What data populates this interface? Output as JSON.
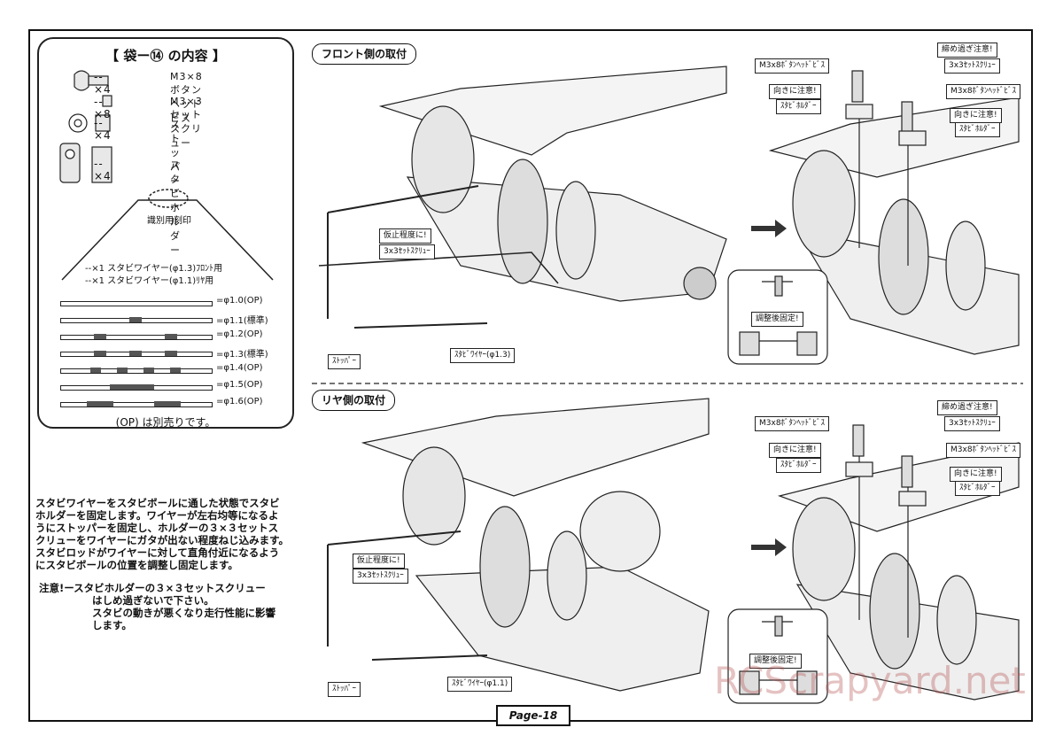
{
  "parts_box": {
    "title": "【 袋ー⑭ の内容 】",
    "items": [
      {
        "qty": "--×4",
        "desc": "M3×8 ボタンヘッドビス",
        "icon": "button-head-screw-icon"
      },
      {
        "qty": "--×8",
        "desc": "M3×3 セットスクリュー",
        "icon": "set-screw-icon"
      },
      {
        "qty": "--×4",
        "desc": "ストッパー",
        "icon": "stopper-icon"
      },
      {
        "qty": "--×4",
        "desc": "スタビホルダー",
        "icon": "stabi-holder-icon"
      }
    ],
    "identify_label": "識別用刻印",
    "wire_front": "--×1 スタビワイヤー(φ1.3)ﾌﾛﾝﾄ用",
    "wire_rear": "--×1 スタビワイヤー(φ1.1)ﾘﾔ用",
    "wire_rows": [
      {
        "label": "=φ1.0(OP)",
        "marks": []
      },
      {
        "label": "=φ1.1(標準)",
        "marks": [
          "center"
        ]
      },
      {
        "label": "=φ1.2(OP)",
        "marks": [
          "left",
          "right"
        ]
      },
      {
        "label": "=φ1.3(標準)",
        "marks": [
          "left",
          "center",
          "right"
        ]
      },
      {
        "label": "=φ1.4(OP)",
        "marks": [
          "far-left",
          "left",
          "right",
          "far-right"
        ]
      },
      {
        "label": "=φ1.5(OP)",
        "marks": [
          "long"
        ]
      },
      {
        "label": "=φ1.6(OP)",
        "marks": [
          "left-long",
          "right-long"
        ]
      }
    ],
    "footnote": "(OP) は別売りです。"
  },
  "front": {
    "header": "フロント側の取付",
    "tag_temp": "仮止程度に!",
    "tag_setscrew": "3x3ｾｯﾄｽｸﾘｭｰ",
    "tag_stopper": "ｽﾄｯﾊﾟｰ",
    "tag_wire": "ｽﾀﾋﾞﾜｲﾔｰ(φ1.3)",
    "tag_adjust": "調整後固定!",
    "tag_m3x8_a": "M3x8ﾎﾞﾀﾝﾍｯﾄﾞﾋﾞｽ",
    "tag_overtighten": "締め過ぎ注意!",
    "tag_setscrew_b": "3x3ｾｯﾄｽｸﾘｭｰ",
    "tag_direction_a": "向きに注意!",
    "tag_m3x8_b": "M3x8ﾎﾞﾀﾝﾍｯﾄﾞﾋﾞｽ",
    "tag_holder_a": "ｽﾀﾋﾞﾎﾙﾀﾞｰ",
    "tag_direction_b": "向きに注意!",
    "tag_holder_b": "ｽﾀﾋﾞﾎﾙﾀﾞｰ"
  },
  "rear": {
    "header": "リヤ側の取付",
    "tag_temp": "仮止程度に!",
    "tag_setscrew": "3x3ｾｯﾄｽｸﾘｭｰ",
    "tag_stopper": "ｽﾄｯﾊﾟｰ",
    "tag_wire": "ｽﾀﾋﾞﾜｲﾔｰ(φ1.1)",
    "tag_adjust": "調整後固定!",
    "tag_m3x8_a": "M3x8ﾎﾞﾀﾝﾍｯﾄﾞﾋﾞｽ",
    "tag_overtighten": "締め過ぎ注意!",
    "tag_setscrew_b": "3x3ｾｯﾄｽｸﾘｭｰ",
    "tag_direction_a": "向きに注意!",
    "tag_m3x8_b": "M3x8ﾎﾞﾀﾝﾍｯﾄﾞﾋﾞｽ",
    "tag_holder_a": "ｽﾀﾋﾞﾎﾙﾀﾞｰ",
    "tag_direction_b": "向きに注意!",
    "tag_holder_b": "ｽﾀﾋﾞﾎﾙﾀﾞｰ"
  },
  "instructions": [
    "スタビワイヤーをスタビボールに通した状態でスタビ",
    "ホルダーを固定します。ワイヤーが左右均等になるよ",
    "うにストッパーを固定し、ホルダーの３×３セットス",
    "クリューをワイヤーにガタが出ない程度ねじ込みます。",
    "スタビロッドがワイヤーに対して直角付近になるよう",
    "にスタビボールの位置を調整し固定します。"
  ],
  "caution": [
    "注意!ースタビホルダーの３×３セットスクリュー",
    "はしめ過ぎないで下さい。",
    "スタビの動きが悪くなり走行性能に影響",
    "します。"
  ],
  "page_label": "Page-18",
  "watermark": "RCScrapyard.net"
}
